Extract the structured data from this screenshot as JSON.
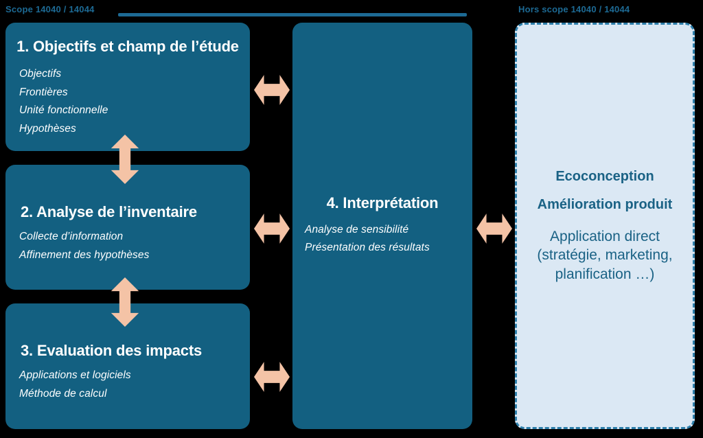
{
  "scope": {
    "left_label": "Scope 14040 / 14044",
    "right_label": "Hors scope 14040 / 14044"
  },
  "colors": {
    "box_fill": "#136081",
    "box_text": "#ffffff",
    "arrow": "#f4c3a6",
    "dashed_fill": "#dbe8f4",
    "dashed_border": "#2d7fab",
    "accent_text": "#1a6285",
    "background": "#000000"
  },
  "stages": [
    {
      "id": "objectifs",
      "title": "1. Objectifs et champ de l’étude",
      "items": [
        "Objectifs",
        "Frontières",
        "Unité fonctionnelle",
        "Hypothèses"
      ]
    },
    {
      "id": "inventaire",
      "title": "2. Analyse de l’inventaire",
      "items": [
        "Collecte d’information",
        "Affinement des hypothèses"
      ]
    },
    {
      "id": "impacts",
      "title": "3. Evaluation des impacts",
      "items": [
        "Applications et logiciels",
        "Méthode de calcul"
      ]
    },
    {
      "id": "interpretation",
      "title": "4. Interprétation",
      "items": [
        "Analyse de sensibilité",
        "Présentation des résultats"
      ]
    }
  ],
  "out_of_scope": {
    "heading_1": "Ecoconception",
    "heading_2": "Amélioration produit",
    "body": "Application direct (stratégie, marketing, planification …)"
  },
  "arrows": {
    "objectifs_interpretation": "double-arrow-horizontal",
    "inventaire_interpretation": "double-arrow-horizontal",
    "impacts_interpretation": "double-arrow-horizontal",
    "interpretation_ecoconception": "double-arrow-horizontal",
    "objectifs_inventaire": "double-arrow-vertical",
    "inventaire_impacts": "double-arrow-vertical"
  }
}
